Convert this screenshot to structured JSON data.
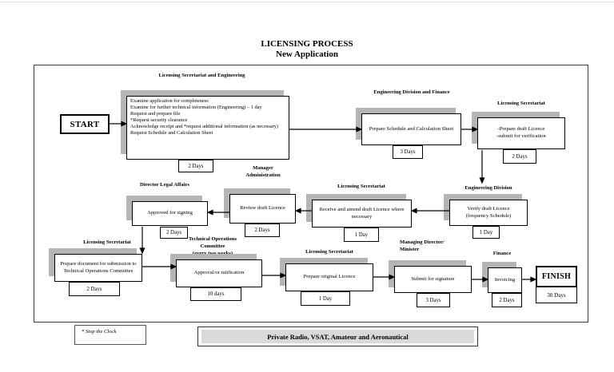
{
  "title": {
    "line1": "LICENSING PROCESS",
    "line2": "New Application"
  },
  "terminals": {
    "start": "START",
    "finish": "FINISH",
    "finish_duration": "30 Days"
  },
  "nodes": [
    {
      "actor": "Licensing Secretariat and Engineering",
      "text": "Examine application for completeness\nExamine for further technical information (Engineering) – 1 day\nRequest and prepare file\n*Request security clearance\nAcknowledge receipt and *request additional information (as necessary)\nRequest Schedule and Calculation Sheet",
      "duration": "2 Days"
    },
    {
      "actor": "Engineering Division and Finance",
      "text": "Prepare Schedule and Calculation Sheet",
      "duration": "3 Days"
    },
    {
      "actor": "Licensing Secretariat",
      "text": "-Prepare draft Licence\n-submit for verification",
      "duration": "2 Days"
    },
    {
      "actor": "Engineering Division",
      "text": "Verify draft Licence\n(frequency Schedule)",
      "duration": "1 Day"
    },
    {
      "actor": "Licensing Secretariat",
      "text": "Receive and amend draft Licence where necessary",
      "duration": "1 Day"
    },
    {
      "actor": "Manager\nAdministration",
      "text": "Review draft Licence",
      "duration": "2 Days"
    },
    {
      "actor": "Director Legal Affairs",
      "text": "Approved for signing",
      "duration": "2 Days"
    },
    {
      "actor": "Licensing Secretariat",
      "text": "Prepare document for submission to Technical Operations Committee",
      "duration": "2 Days"
    },
    {
      "actor": "Technical Operations\nCommittee\n(every two weeks)",
      "text": "Approval/or ratification",
      "duration": "10 days"
    },
    {
      "actor": "Licensing Secretariat",
      "text": "Prepare original Licence",
      "duration": "1 Day"
    },
    {
      "actor": "Managing Director/\nMinister",
      "text": "Submit for signature",
      "duration": "3 Days"
    },
    {
      "actor": "Finance",
      "text": "Invoicing",
      "duration": "2 Days"
    }
  ],
  "footnote": "* Stop the Clock",
  "banner": "Private Radio, VSAT, Amateur and Aeronautical",
  "colors": {
    "shadow": "#b5b5b5",
    "border": "#000000",
    "banner_fill": "#d9d9d9"
  }
}
